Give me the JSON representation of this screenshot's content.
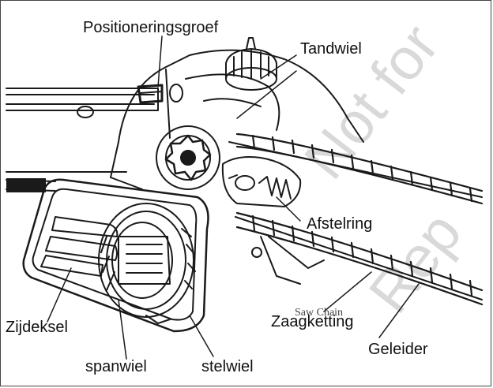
{
  "labels": {
    "positioneringsgroef": "Positioneringsgroef",
    "tandwiel": "Tandwiel",
    "afstelring": "Afstelring",
    "zijdeksel": "Zijdeksel",
    "zaagketting": "Zaagketting",
    "geleider": "Geleider",
    "spanwiel": "spanwiel",
    "stelwiel": "stelwiel"
  },
  "engraved_text": "Saw Chain",
  "watermark": {
    "line1": "Not for",
    "line2": "Rep"
  },
  "colors": {
    "ink": "#1a1a1a",
    "label": "#111111",
    "watermark": "#d9d9d9",
    "background": "#ffffff"
  }
}
